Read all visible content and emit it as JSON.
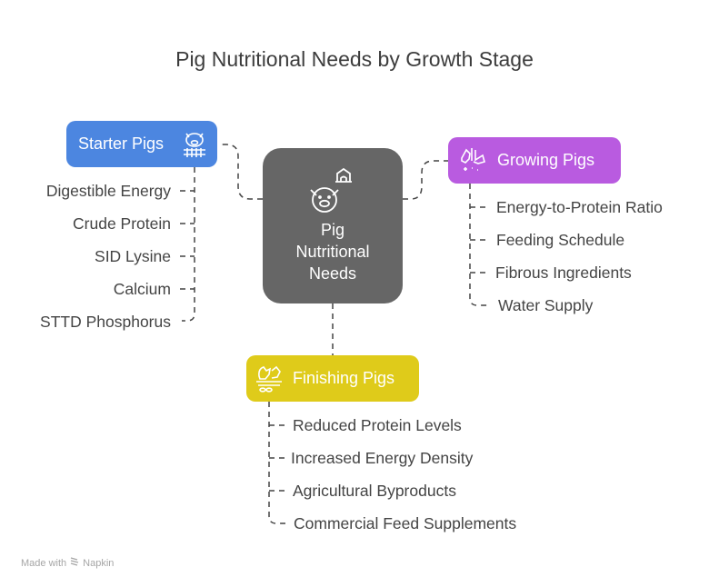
{
  "title": "Pig Nutritional Needs by Growth Stage",
  "center": {
    "label_lines": [
      "Pig",
      "Nutritional",
      "Needs"
    ],
    "icon": "pig-with-house-icon"
  },
  "branches": {
    "starter": {
      "label": "Starter Pigs",
      "icon": "pig-fence-icon",
      "color": "#4c86e0",
      "items": [
        "Digestible Energy",
        "Crude Protein",
        "SID Lysine",
        "Calcium",
        "STTD Phosphorus"
      ]
    },
    "growing": {
      "label": "Growing Pigs",
      "icon": "growing-pig-icon",
      "color": "#b95be0",
      "items": [
        "Energy-to-Protein Ratio",
        "Feeding Schedule",
        "Fibrous Ingredients",
        "Water Supply"
      ]
    },
    "finishing": {
      "label": "Finishing Pigs",
      "icon": "finishing-pig-icon",
      "color": "#dfcb1a",
      "items": [
        "Reduced Protein Levels",
        "Increased Energy Density",
        "Agricultural Byproducts",
        "Commercial Feed Supplements"
      ]
    }
  },
  "footer": {
    "made_with": "Made with",
    "brand": "Napkin"
  },
  "colors": {
    "center": "#666666",
    "line": "#444444",
    "text": "#444444"
  }
}
